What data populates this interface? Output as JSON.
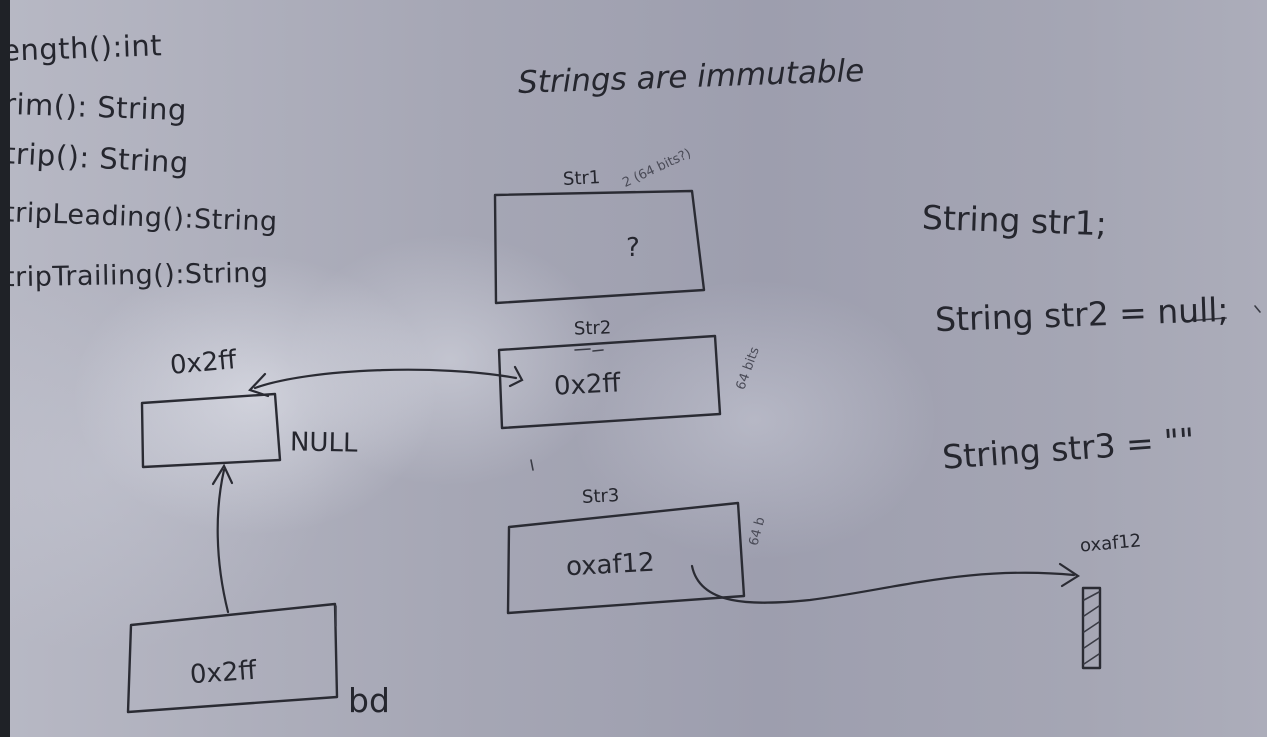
{
  "methods": [
    "ength():int",
    "rim(): String",
    "trip(): String",
    "tripLeading():String",
    "tripTrailing():String"
  ],
  "title": "Strings are immutable",
  "boxes": {
    "str1": {
      "label": "Str1",
      "note": "2 (64 bits?)",
      "value": "?"
    },
    "str2": {
      "label": "Str2",
      "value": "0x2ff",
      "side_note": "64 bits"
    },
    "str3": {
      "label": "Str3",
      "value": "oxaf12",
      "side_note": "64 b"
    },
    "target": {
      "label": "0x2ff",
      "null_label": "NULL"
    },
    "bd": {
      "value": "0x2ff",
      "label": "bd"
    },
    "empty_string": {
      "label": "oxaf12"
    }
  },
  "declarations": [
    "String str1;",
    "String str2 = null;",
    "String str3 = \"\""
  ]
}
